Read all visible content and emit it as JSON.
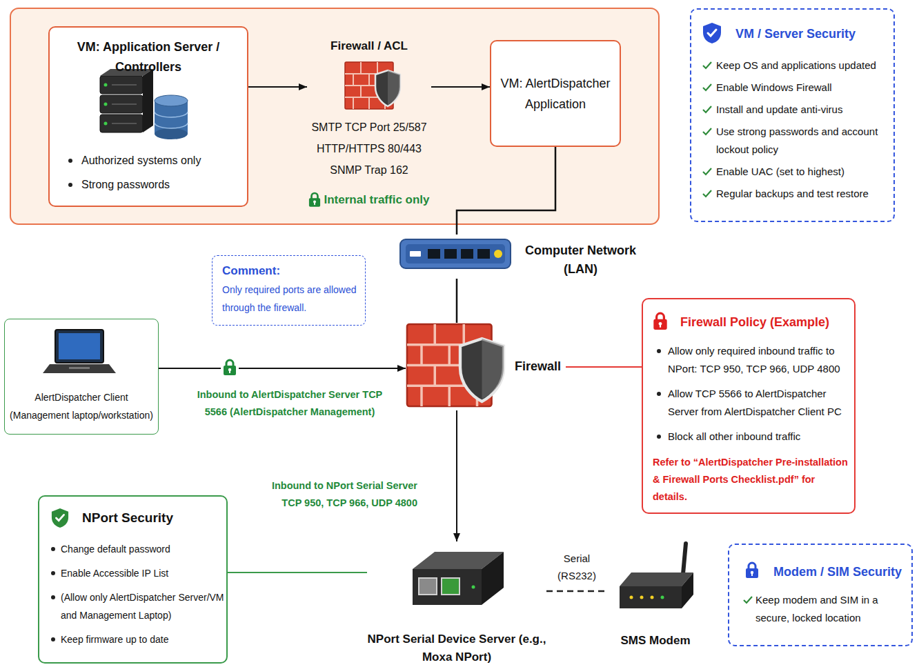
{
  "diagram": {
    "nodes": [
      {
        "text": [
          "VM: Application Server / Controllers",
          "Authorized systems only",
          "Strong passwords"
        ]
      },
      {
        "text": [
          "Firewall / ACL",
          "SMTP TCP Port 25/587",
          "HTTP/HTTPS 80/443",
          "SNMP Trap 162",
          "Internal traffic only"
        ]
      },
      {
        "text": [
          "VM: AlertDispatcher Application"
        ]
      },
      {
        "text": [
          "VM / Server Security",
          "Keep OS and applications updated",
          "Enable Windows Firewall",
          "Install and update anti-virus",
          "Use strong passwords and account lockout policy",
          "Enable UAC (set to highest)",
          "Regular backups and test restore"
        ]
      },
      {
        "text": [
          "Computer Network (LAN)"
        ]
      },
      {
        "text": [
          "Comment:",
          "Only required ports are allowed through the firewall."
        ]
      },
      {
        "text": [
          "AlertDispatcher Client (Management laptop/workstation)"
        ]
      },
      {
        "text": [
          "Firewall"
        ]
      },
      {
        "text": [
          "Firewall Policy (Example)",
          "Allow only required inbound traffic to NPort: TCP 950, TCP 966, UDP 4800",
          "Allow TCP 5566 to AlertDispatcher Server from AlertDispatcher Client PC",
          "Block all other inbound traffic",
          "Refer to “AlertDispatcher Pre-installation & Firewall Ports Checklist.pdf” for details."
        ]
      },
      {
        "text": [
          "NPort Security",
          "Change default password",
          "Enable Accessible IP List",
          "(Allow only AlertDispatcher Server/VM and Management Laptop)",
          "Keep firmware up to date"
        ]
      },
      {
        "text": [
          "NPort Serial Device Server (e.g., Moxa NPort)"
        ]
      },
      {
        "text": [
          "SMS Modem"
        ]
      },
      {
        "text": [
          "Modem / SIM Security",
          "Keep modem and SIM in a secure, locked location"
        ]
      }
    ],
    "edges": [
      {
        "from": 0,
        "to": 1,
        "arrow": "to"
      },
      {
        "from": 1,
        "to": 2,
        "arrow": "to"
      },
      {
        "from": 2,
        "to": 4,
        "arrow": "none"
      },
      {
        "from": 4,
        "to": 7,
        "arrow": "none"
      },
      {
        "from": 6,
        "to": 7,
        "label": "Inbound to AlertDispatcher Server TCP 5566 (AlertDispatcher Management)",
        "arrow": "to"
      },
      {
        "from": 7,
        "to": 10,
        "label": "Inbound to NPort Serial Server TCP 950, TCP 966, UDP 4800",
        "arrow": "to"
      },
      {
        "from": 7,
        "to": 8,
        "arrow": "none"
      },
      {
        "from": 9,
        "to": 10,
        "arrow": "none"
      },
      {
        "from": 10,
        "to": 11,
        "label": "Serial (RS232)",
        "arrow": "none"
      }
    ]
  }
}
